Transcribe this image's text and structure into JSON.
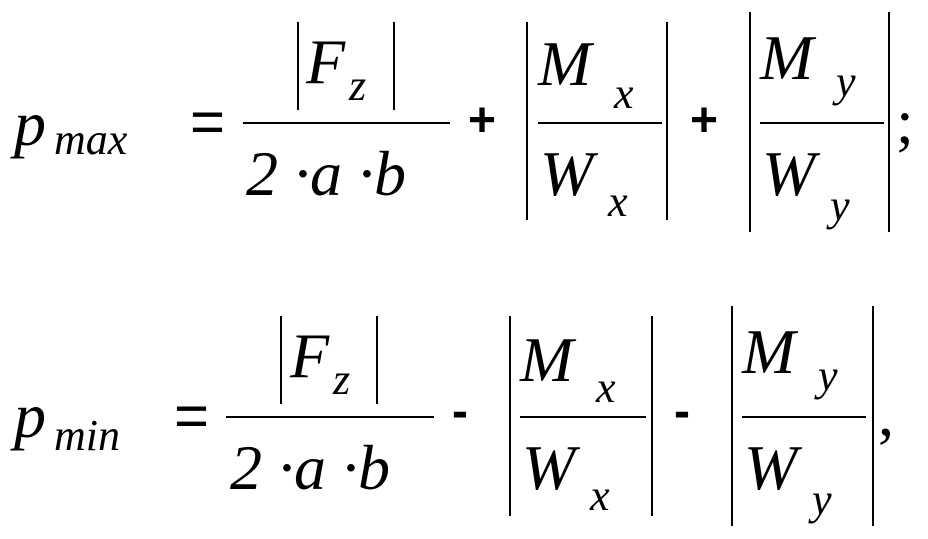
{
  "eq_max": {
    "lhs_symbol": "p",
    "lhs_sub": "max",
    "equals": "=",
    "frac1_num_F": "F",
    "frac1_num_sub": "z",
    "frac1_den": "2 ·a ·b",
    "op1": "+",
    "frac2_num_M": "M",
    "frac2_num_sub": "x",
    "frac2_den_W": "W",
    "frac2_den_sub": "x",
    "op2": "+",
    "frac3_num_M": "M",
    "frac3_num_sub": "y",
    "frac3_den_W": "W",
    "frac3_den_sub": "y",
    "terminator": ";"
  },
  "eq_min": {
    "lhs_symbol": "p",
    "lhs_sub": "min",
    "equals": "=",
    "frac1_num_F": "F",
    "frac1_num_sub": "z",
    "frac1_den": "2 ·a ·b",
    "op1": "-",
    "frac2_num_M": "M",
    "frac2_num_sub": "x",
    "frac2_den_W": "W",
    "frac2_den_sub": "x",
    "op2": "-",
    "frac3_num_M": "M",
    "frac3_num_sub": "y",
    "frac3_den_W": "W",
    "frac3_den_sub": "y",
    "terminator": ","
  }
}
